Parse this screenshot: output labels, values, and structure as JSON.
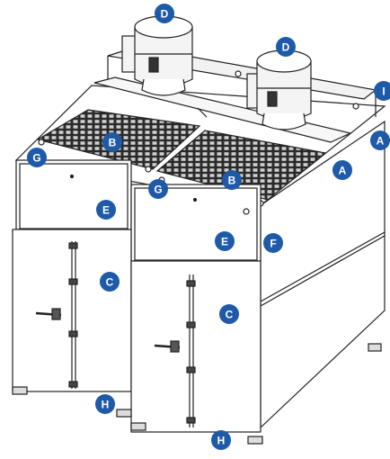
{
  "colors": {
    "callout_fill": "#1e5aa8",
    "callout_text": "#ffffff",
    "line": "#222222",
    "panel_fill": "#ffffff",
    "motor_fill": "#f4f4f4",
    "grate_fill": "#2a2a2a"
  },
  "callouts": [
    {
      "id": "D1",
      "label": "D"
    },
    {
      "id": "D2",
      "label": "D"
    },
    {
      "id": "I",
      "label": "I"
    },
    {
      "id": "A1",
      "label": "A"
    },
    {
      "id": "A2",
      "label": "A"
    },
    {
      "id": "B1",
      "label": "B"
    },
    {
      "id": "B2",
      "label": "B"
    },
    {
      "id": "G1",
      "label": "G"
    },
    {
      "id": "G2",
      "label": "G"
    },
    {
      "id": "E1",
      "label": "E"
    },
    {
      "id": "E2",
      "label": "E"
    },
    {
      "id": "F",
      "label": "F"
    },
    {
      "id": "C1",
      "label": "C"
    },
    {
      "id": "C2",
      "label": "C"
    },
    {
      "id": "H1",
      "label": "H"
    },
    {
      "id": "H2",
      "label": "H"
    }
  ]
}
